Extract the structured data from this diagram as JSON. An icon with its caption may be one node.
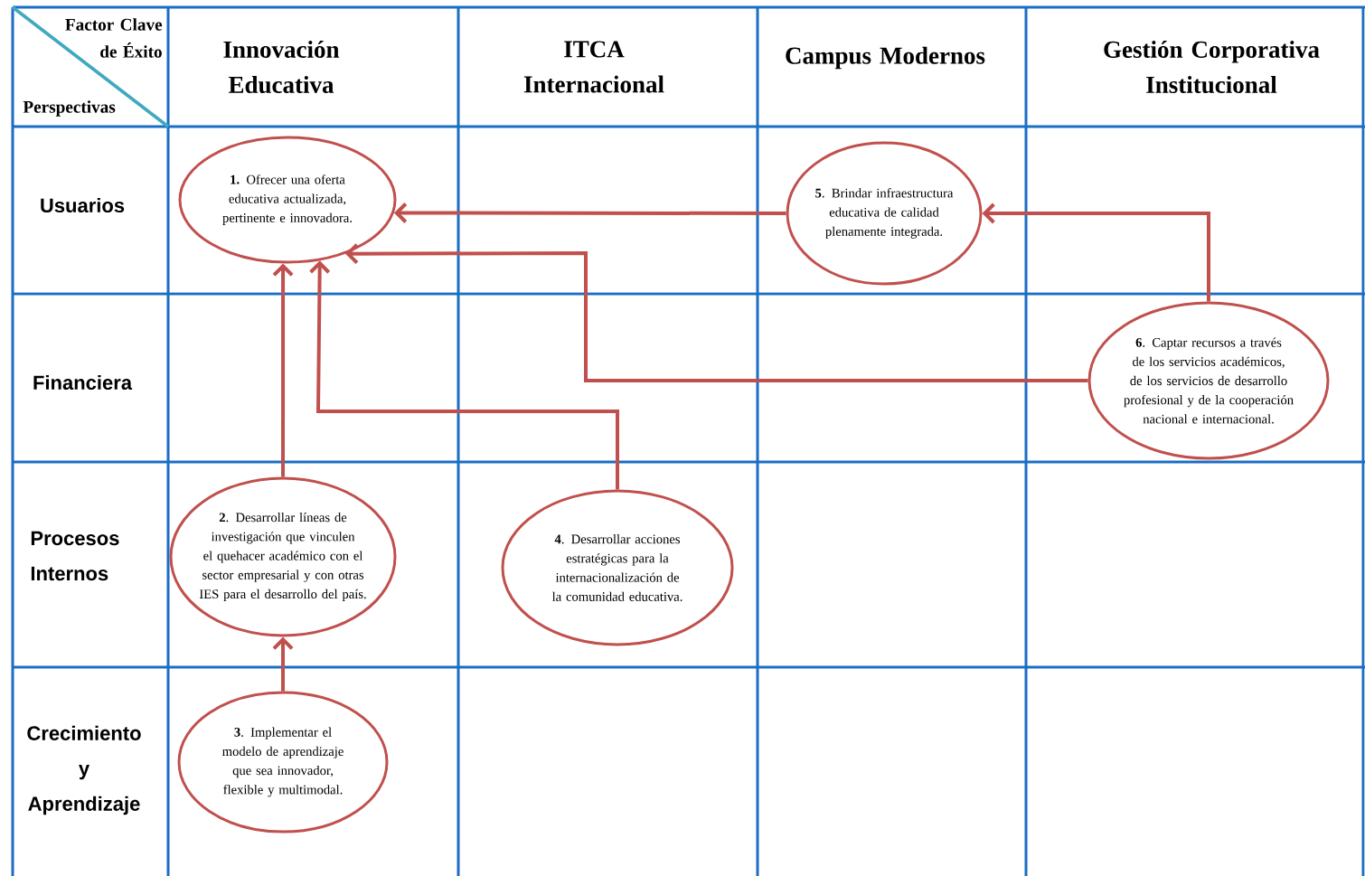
{
  "diagram": {
    "nodes": [
      {
        "text": [
          "**1.** Ofrecer una oferta educativa actualizada, pertinente e innovadora."
        ]
      },
      {
        "text": [
          "**5**. Brindar infraestructura educativa de calidad plenamente integrada."
        ]
      },
      {
        "text": [
          "**6**. Captar recursos a través de los servicios académicos, de los servicios de desarrollo profesional y de la cooperación nacional e internacional."
        ]
      },
      {
        "text": [
          "**2**. Desarrollar líneas de investigación que vinculen el quehacer académico con el sector empresarial y con otras IES para el desarrollo del país."
        ]
      },
      {
        "text": [
          "**4**. Desarrollar acciones estratégicas para la internacionalización de la comunidad educativa."
        ]
      },
      {
        "text": [
          "**3**. Implementar el modelo de aprendizaje que sea innovador, flexible y multimodal."
        ]
      }
    ],
    "edges": [
      {
        "from": 3,
        "to": 0,
        "arrow": "to"
      },
      {
        "from": 5,
        "to": 3,
        "arrow": "to"
      },
      {
        "from": 4,
        "to": 0,
        "arrow": "to"
      },
      {
        "from": 1,
        "to": 0,
        "arrow": "to"
      },
      {
        "from": 2,
        "to": 1,
        "arrow": "to"
      },
      {
        "from": 2,
        "to": 0,
        "arrow": "to"
      }
    ],
    "labels": [
      "Factor Clave de Éxito",
      "Perspectivas",
      "Innovación Educativa",
      "ITCA Internacional",
      "Campus Modernos",
      "Gestión Corporativa Institucional",
      "Usuarios",
      "Financiera",
      "Procesos Internos",
      "Crecimiento y Aprendizaje"
    ]
  }
}
